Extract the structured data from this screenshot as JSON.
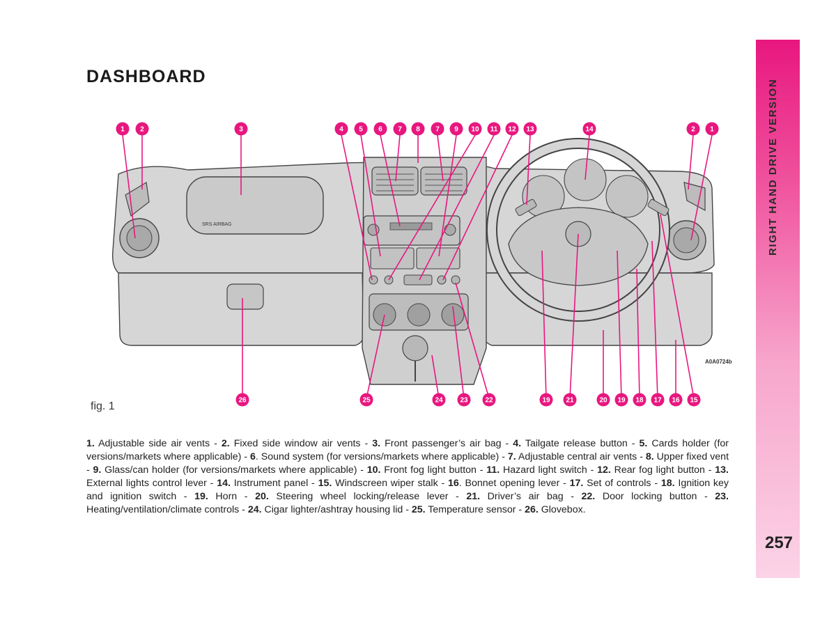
{
  "page": {
    "title": "DASHBOARD",
    "side_tab": "RIGHT HAND DRIVE VERSION",
    "page_number": "257",
    "fig_caption": "fig. 1",
    "image_code": "A0A0724b"
  },
  "diagram_text": {
    "airbag_label": "SRS AIRBAG"
  },
  "callouts": [
    "1",
    "2",
    "3",
    "4",
    "5",
    "6",
    "7",
    "8",
    "7",
    "9",
    "10",
    "11",
    "12",
    "13",
    "14",
    "2",
    "1",
    "26",
    "25",
    "24",
    "23",
    "22",
    "19",
    "21",
    "20",
    "19",
    "18",
    "17",
    "16",
    "15"
  ],
  "colors": {
    "accent": "#e8177f",
    "diagram_fill": "#d6d6d6",
    "line": "#444444"
  },
  "legend": [
    {
      "num": "1.",
      "text": " Adjustable side air vents - "
    },
    {
      "num": "2.",
      "text": " Fixed side window air vents - "
    },
    {
      "num": "3.",
      "text": " Front passenger’s air bag - "
    },
    {
      "num": "4.",
      "text": " Tailgate release button - "
    },
    {
      "num": "5.",
      "text": " Cards holder (for versions/markets where applicable) - "
    },
    {
      "num": "6",
      "text": ". Sound system (for versions/markets where applicable) - "
    },
    {
      "num": "7.",
      "text": " Adjustable central air vents - "
    },
    {
      "num": "8.",
      "text": " Upper fixed vent - "
    },
    {
      "num": "9.",
      "text": " Glass/can holder (for versions/markets where applicable) - "
    },
    {
      "num": "10.",
      "text": " Front fog light button - "
    },
    {
      "num": "11.",
      "text": " Hazard light switch - "
    },
    {
      "num": "12.",
      "text": " Rear fog light button - "
    },
    {
      "num": "13.",
      "text": " External lights control lever - "
    },
    {
      "num": "14.",
      "text": " Instrument panel - "
    },
    {
      "num": "15.",
      "text": " Windscreen wiper stalk - "
    },
    {
      "num": "16",
      "text": ". Bonnet opening lever - "
    },
    {
      "num": "17.",
      "text": " Set of controls - "
    },
    {
      "num": "18.",
      "text": " Ignition key and ignition switch - "
    },
    {
      "num": "19.",
      "text": " Horn - "
    },
    {
      "num": "20.",
      "text": " Steering wheel locking/release lever - "
    },
    {
      "num": "21.",
      "text": " Driver’s air bag - "
    },
    {
      "num": "22.",
      "text": " Door locking button - "
    },
    {
      "num": "23.",
      "text": " Heating/ventilation/climate controls - "
    },
    {
      "num": "24.",
      "text": " Cigar lighter/ashtray housing lid - "
    },
    {
      "num": "25.",
      "text": " Temperature sensor - "
    },
    {
      "num": "26.",
      "text": " Glovebox."
    }
  ]
}
